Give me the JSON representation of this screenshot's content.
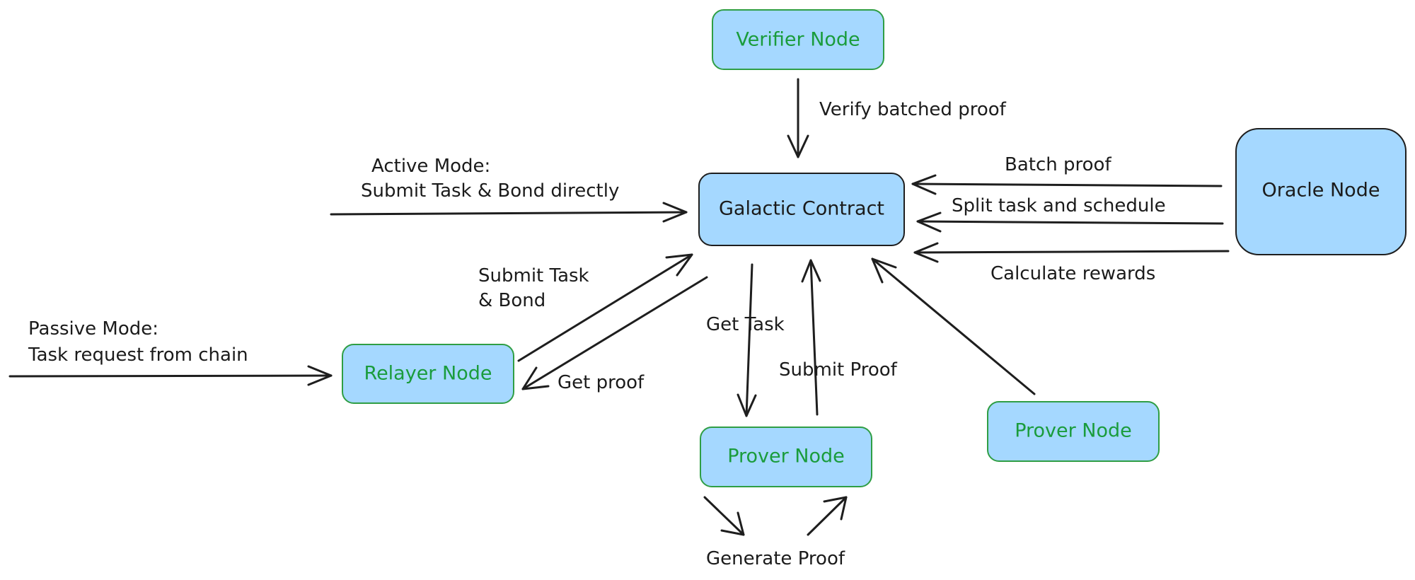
{
  "nodes": {
    "verifier": "Verifier Node",
    "galactic": "Galactic Contract",
    "oracle": "Oracle Node",
    "relayer": "Relayer Node",
    "prover_center": "Prover Node",
    "prover_right": "Prover Node"
  },
  "labels": {
    "verify": "Verify batched proof",
    "active_line1": "Active Mode:",
    "active_line2": "Submit Task & Bond directly",
    "batch_proof": "Batch proof",
    "split_task": "Split task and schedule",
    "calc_rewards": "Calculate rewards",
    "submit_task_line1": "Submit Task",
    "submit_task_line2": "& Bond",
    "passive_line1": "Passive Mode:",
    "passive_line2": "Task request from chain",
    "get_task": "Get Task",
    "submit_proof": "Submit Proof",
    "get_proof": "Get proof",
    "generate_proof": "Generate Proof"
  },
  "colors": {
    "node_fill": "#a5d8ff",
    "node_text_green": "#1a9c3c",
    "node_border_green": "#2f9e44",
    "arrow": "#1e1e1e"
  }
}
